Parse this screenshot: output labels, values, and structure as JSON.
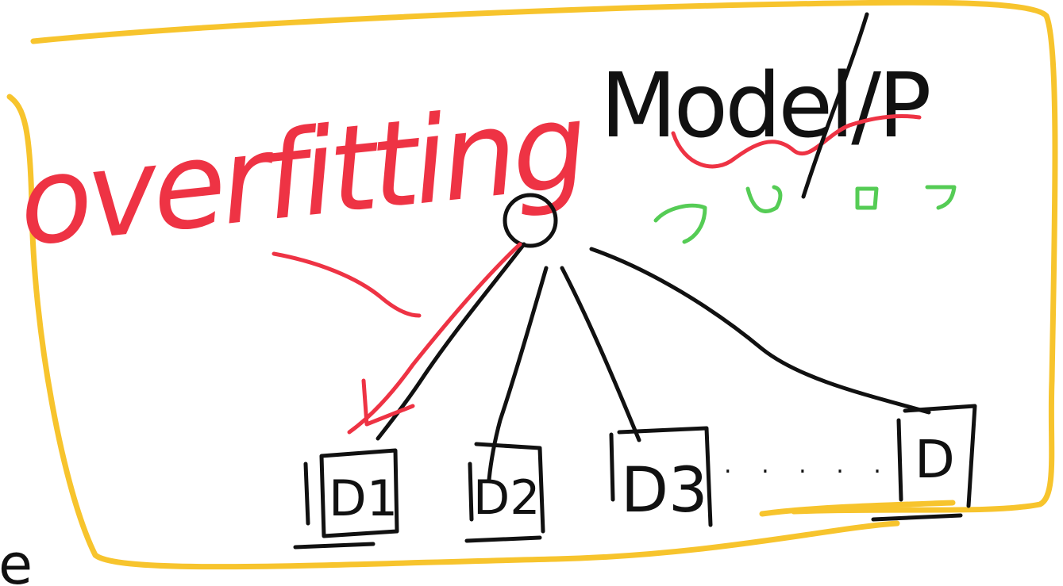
{
  "title_word": "overfitting",
  "model_label": "Model/P",
  "dataset_labels": [
    "D1",
    "D2",
    "D3",
    "D"
  ],
  "ellipsis": ". . . . .",
  "stray_letter": "e",
  "colors": {
    "highlight_box": "#f7c42d",
    "annotation": "#ee3344",
    "ink": "#111111",
    "params": "#55cc55"
  }
}
